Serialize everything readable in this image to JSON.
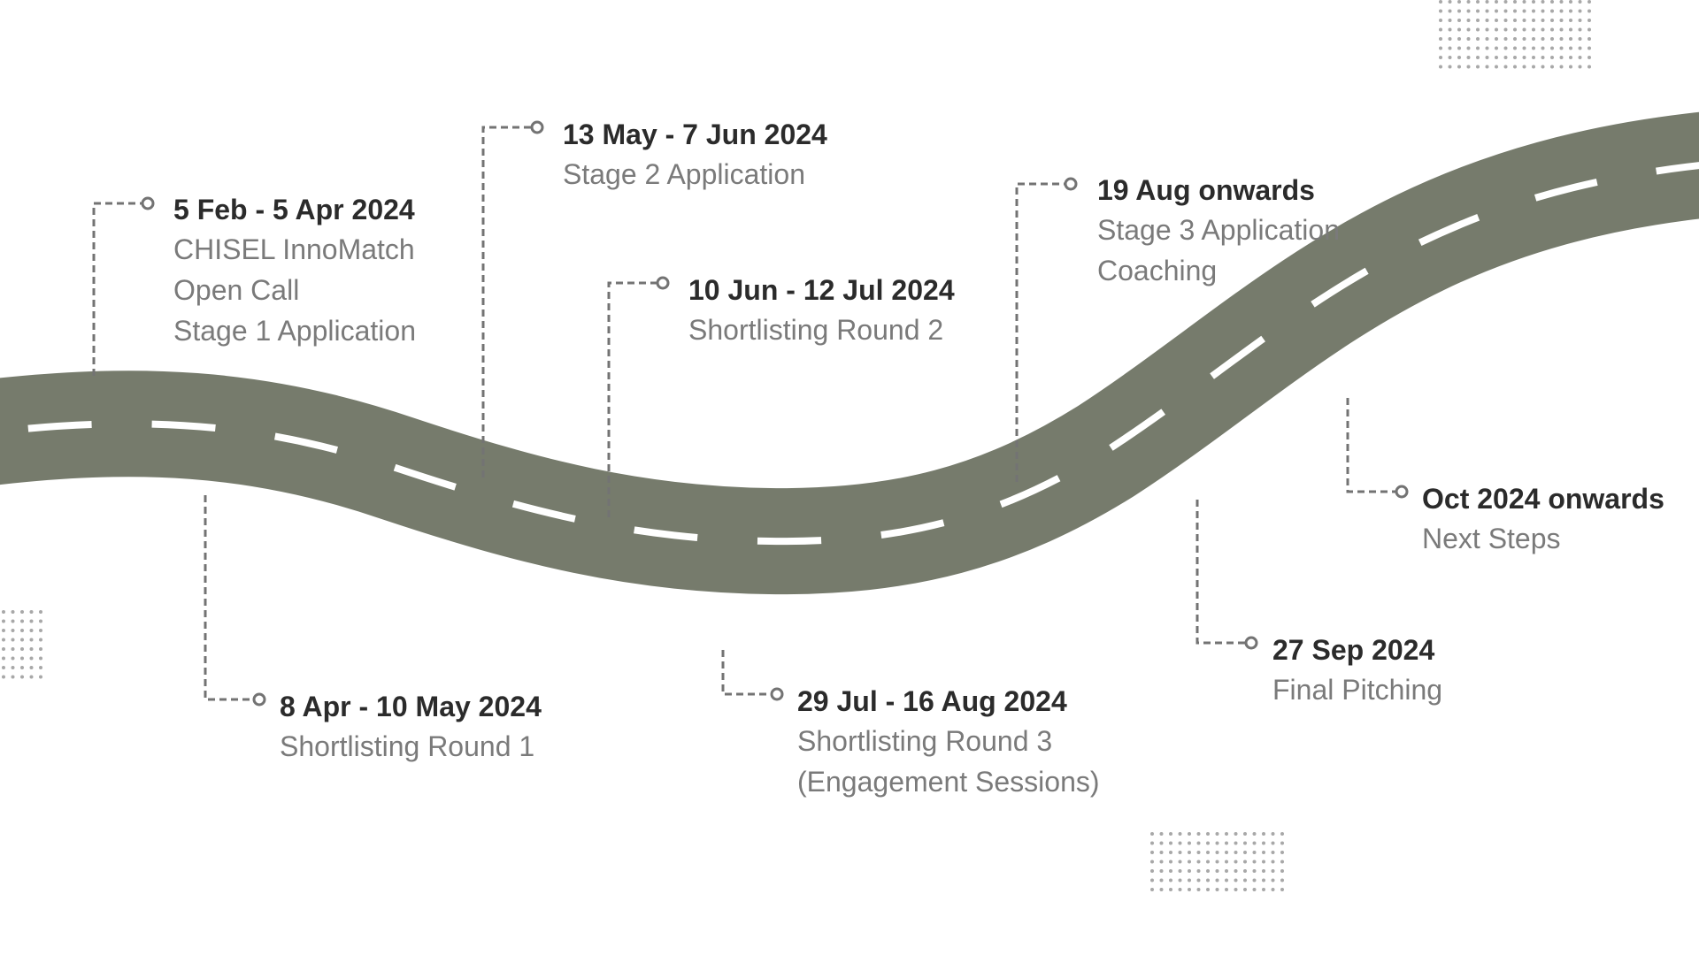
{
  "colors": {
    "road": "#767b6c",
    "lane_marking": "#ffffff",
    "connector": "#737373",
    "date_text": "#2b2b2b",
    "description_text": "#7a7a7a",
    "dots": "#a8a8a8"
  },
  "milestones": [
    {
      "date": "5 Feb - 5 Apr 2024",
      "lines": [
        "CHISEL InnoMatch",
        "Open Call",
        "Stage 1 Application"
      ]
    },
    {
      "date": "8 Apr - 10 May 2024",
      "lines": [
        "Shortlisting Round 1"
      ]
    },
    {
      "date": "13 May - 7 Jun 2024",
      "lines": [
        "Stage 2 Application"
      ]
    },
    {
      "date": "10 Jun - 12 Jul 2024",
      "lines": [
        "Shortlisting Round 2"
      ]
    },
    {
      "date": "29 Jul - 16 Aug 2024",
      "lines": [
        "Shortlisting Round 3",
        "(Engagement Sessions)"
      ]
    },
    {
      "date": "19 Aug onwards",
      "lines": [
        "Stage 3 Application",
        "Coaching"
      ]
    },
    {
      "date": "27 Sep 2024",
      "lines": [
        "Final Pitching"
      ]
    },
    {
      "date": "Oct 2024 onwards",
      "lines": [
        "Next Steps"
      ]
    }
  ]
}
